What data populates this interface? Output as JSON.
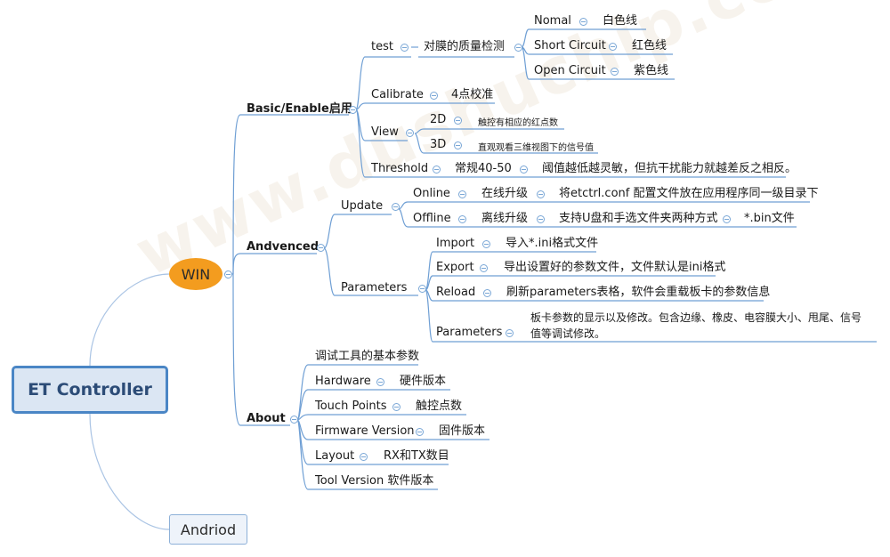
{
  "root": "ET Controller",
  "win": "WIN",
  "andriod": "Andriod",
  "watermark": "www.dushuchip.com",
  "basic": {
    "label": "Basic/Enable启用",
    "test": {
      "label": "test",
      "desc": "对膜的质量检测",
      "items": [
        {
          "label": "Nomal",
          "value": "白色线"
        },
        {
          "label": "Short Circuit",
          "value": "红色线"
        },
        {
          "label": "Open Circuit",
          "value": "紫色线"
        }
      ]
    },
    "calibrate": {
      "label": "Calibrate",
      "value": "4点校准"
    },
    "view": {
      "label": "View",
      "items": [
        {
          "label": "2D",
          "value": "触控有相应的红点数"
        },
        {
          "label": "3D",
          "value": "直观观看三维视图下的信号值"
        }
      ]
    },
    "threshold": {
      "label": "Threshold",
      "value": "常规40-50",
      "note": "阈值越低越灵敏，但抗干扰能力就越差反之相反。"
    }
  },
  "advanced": {
    "label": "Andvenced",
    "update": {
      "label": "Update",
      "online": {
        "label": "Online",
        "desc": "在线升级",
        "note": "将etctrl.conf 配置文件放在应用程序同一级目录下"
      },
      "offline": {
        "label": "Offline",
        "desc": "离线升级",
        "note": "支持U盘和手选文件夹两种方式",
        "ext": "*.bin文件"
      }
    },
    "parameters": {
      "label": "Parameters",
      "items": [
        {
          "label": "Import",
          "value": "导入*.ini格式文件"
        },
        {
          "label": "Export",
          "value": "导出设置好的参数文件，文件默认是ini格式"
        },
        {
          "label": "Reload",
          "value": "刷新parameters表格，软件会重载板卡的参数信息"
        },
        {
          "label": "Parameters",
          "value_line1": "板卡参数的显示以及修改。包含边缘、橡皮、电容膜大小、甩尾、信号",
          "value_line2": "值等调试修改。"
        }
      ]
    }
  },
  "about": {
    "label": "About",
    "header": "调试工具的基本参数",
    "items": [
      {
        "label": "Hardware",
        "value": "硬件版本"
      },
      {
        "label": "Touch Points",
        "value": "触控点数"
      },
      {
        "label": "Firmware Version",
        "value": "固件版本"
      },
      {
        "label": "Layout",
        "value": "RX和TX数目"
      }
    ],
    "tool": "Tool Version 软件版本"
  }
}
